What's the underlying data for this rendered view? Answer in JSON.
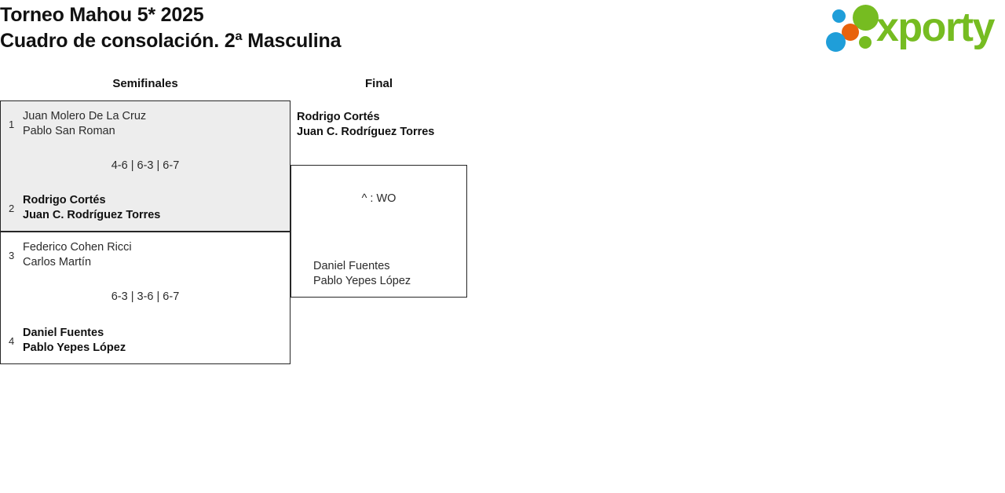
{
  "header": {
    "title_line1": "Torneo Mahou 5* 2025",
    "title_line2": "Cuadro de consolación. 2ª Masculina"
  },
  "logo": {
    "wordmark": "xporty",
    "green": "#76bc21",
    "blue": "#1f9ed9",
    "orange": "#e8620c"
  },
  "bracket": {
    "rounds": [
      {
        "name": "semifinales",
        "label": "Semifinales"
      },
      {
        "name": "final",
        "label": "Final"
      }
    ],
    "matches": [
      {
        "id": "sf1",
        "round": "Semifinales",
        "shaded": true,
        "score": "4-6 | 6-3 | 6-7",
        "top": {
          "seed": "1",
          "player1": "Juan Molero De La Cruz",
          "player2": "Pablo San Roman",
          "winner": false
        },
        "bottom": {
          "seed": "2",
          "player1": "Rodrigo Cortés",
          "player2": "Juan C. Rodríguez Torres",
          "winner": true
        }
      },
      {
        "id": "sf2",
        "round": "Semifinales",
        "shaded": false,
        "score": "6-3 | 3-6 | 6-7",
        "top": {
          "seed": "3",
          "player1": "Federico Cohen Ricci",
          "player2": "Carlos Martín",
          "winner": false
        },
        "bottom": {
          "seed": "4",
          "player1": "Daniel Fuentes",
          "player2": "Pablo Yepes López",
          "winner": true
        }
      },
      {
        "id": "final",
        "round": "Final",
        "shaded": false,
        "score": "^ : WO",
        "top": {
          "seed": "",
          "player1": "Rodrigo Cortés",
          "player2": "Juan C. Rodríguez Torres",
          "winner": true
        },
        "bottom": {
          "seed": "",
          "player1": "Daniel Fuentes",
          "player2": "Pablo Yepes López",
          "winner": false
        }
      }
    ],
    "champion": {
      "player1": "Rodrigo Cortés",
      "player2": "Juan C. Rodríguez Torres"
    }
  }
}
